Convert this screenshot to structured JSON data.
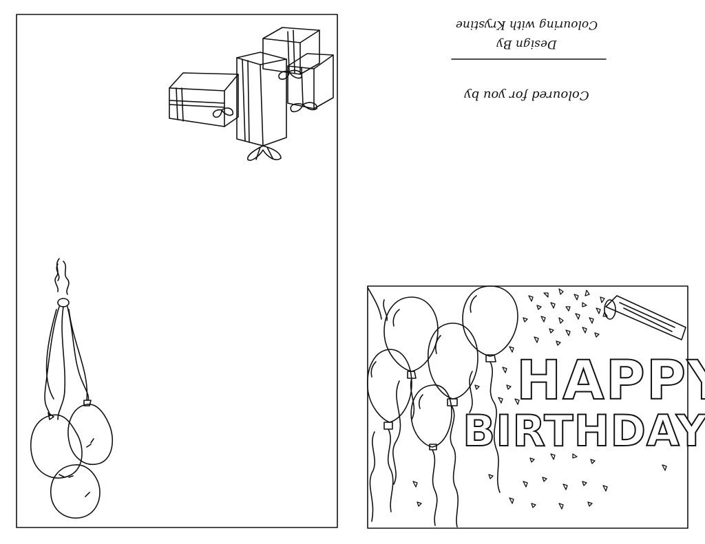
{
  "inside_panel": {
    "credits": {
      "line1": "Colouring with Krystine",
      "line2": "Design By",
      "line3": "Coloured for you by"
    }
  },
  "front_panel": {
    "greeting_line1": "HAPPY",
    "greeting_line2": "BIRTHDAY"
  },
  "colors": {
    "ink": "#111111",
    "paper": "#ffffff"
  }
}
